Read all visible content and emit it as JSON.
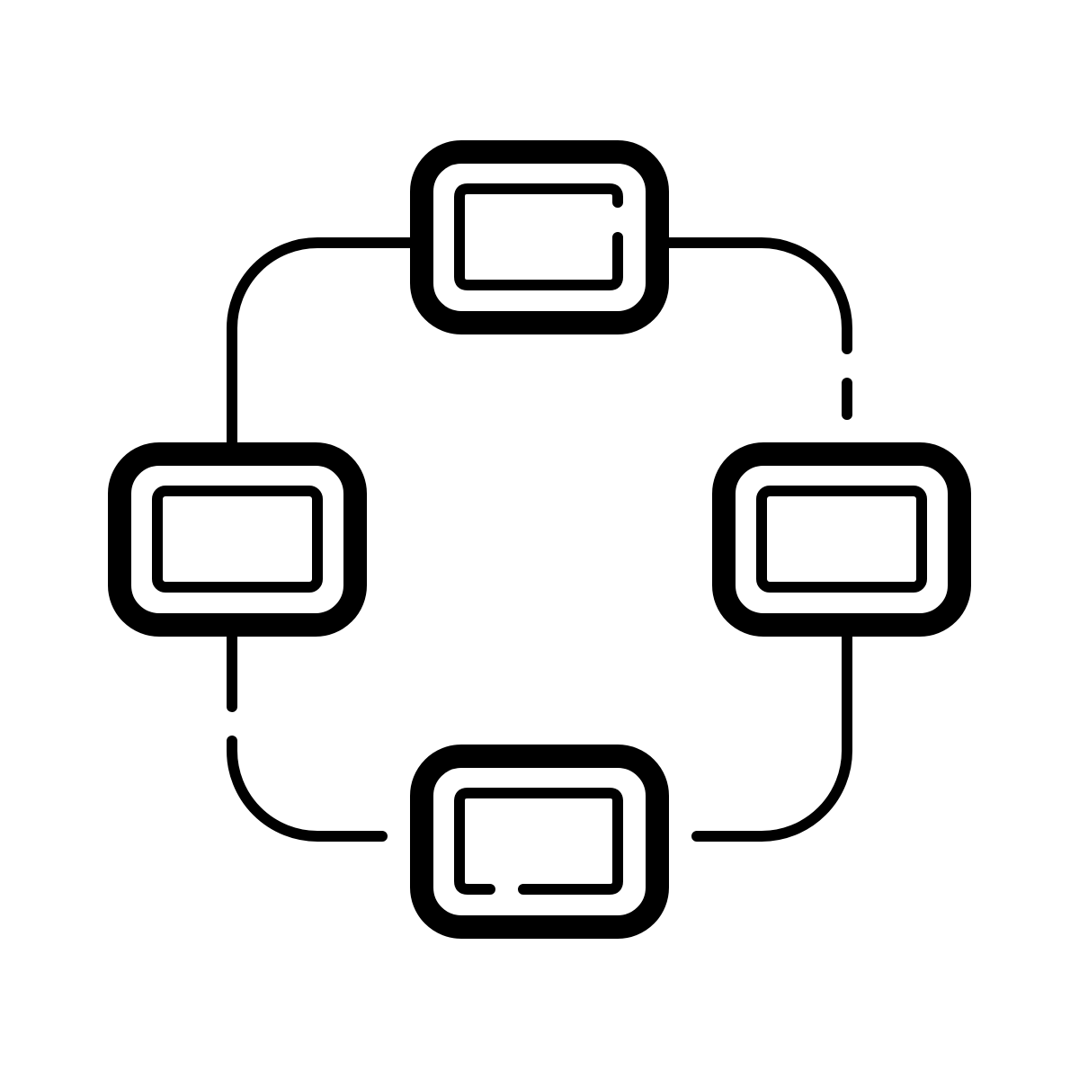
{
  "diagram": {
    "type": "ring-network",
    "node_count": 4,
    "colors": {
      "stroke": "#000000",
      "background": "#ffffff"
    },
    "nodes": [
      {
        "id": "top",
        "icon": "screen-icon"
      },
      {
        "id": "right",
        "icon": "screen-icon"
      },
      {
        "id": "bottom",
        "icon": "screen-icon"
      },
      {
        "id": "left",
        "icon": "screen-icon"
      }
    ],
    "links": [
      {
        "from": "top",
        "to": "right",
        "style": "solid-then-dashed"
      },
      {
        "from": "right",
        "to": "bottom",
        "style": "solid"
      },
      {
        "from": "bottom",
        "to": "left",
        "style": "solid-then-dashed"
      },
      {
        "from": "left",
        "to": "top",
        "style": "solid"
      }
    ]
  }
}
